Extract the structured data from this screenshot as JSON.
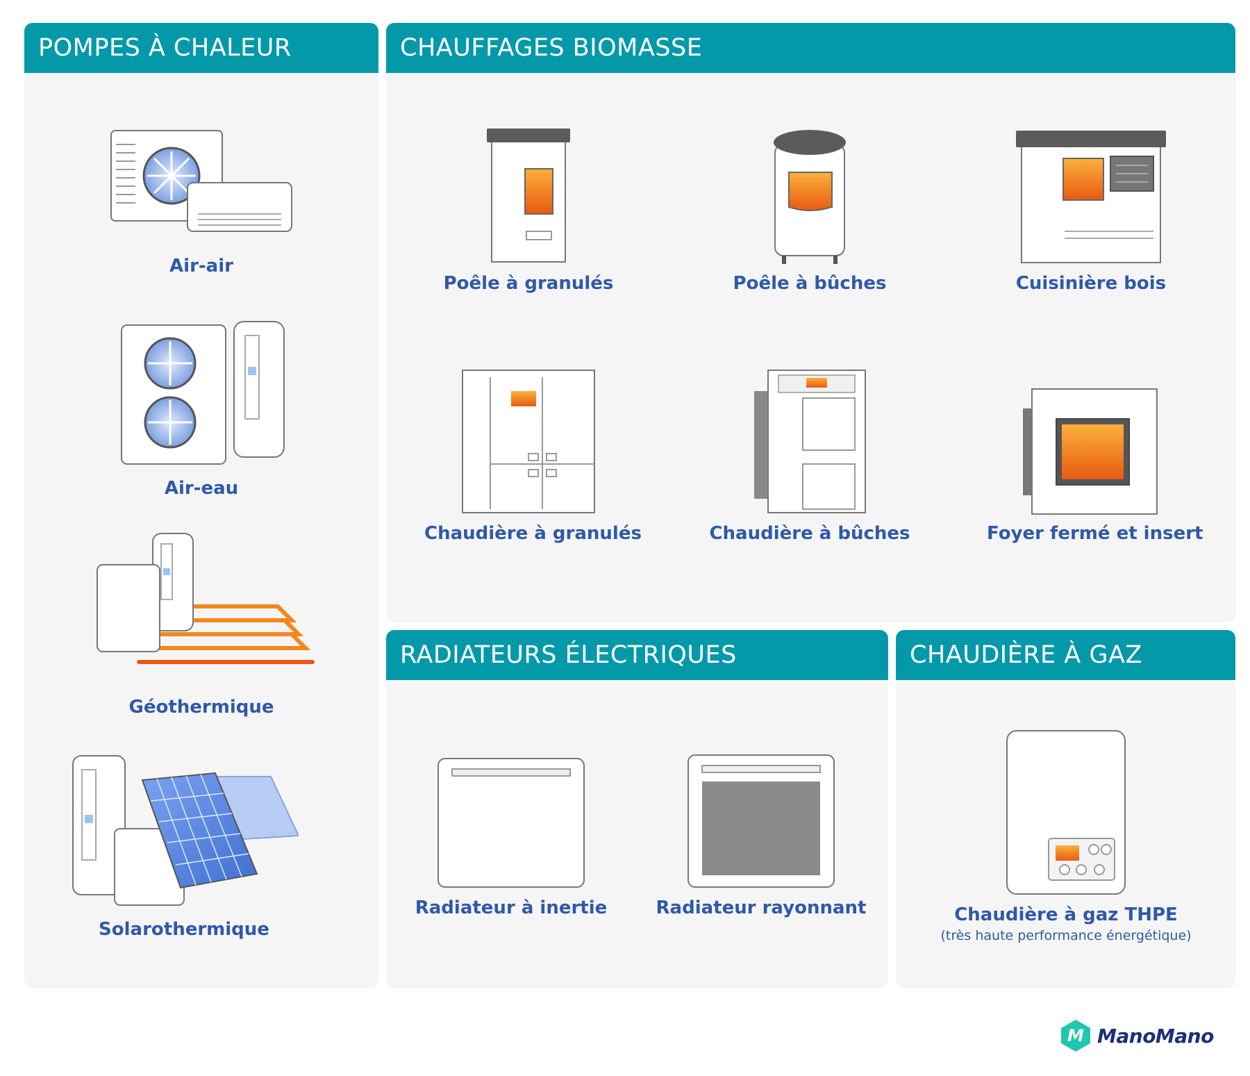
{
  "sections": {
    "pac": {
      "title": "POMPES À CHALEUR",
      "items": [
        {
          "label": "Air-air",
          "icon": "air-air-heat-pump-icon"
        },
        {
          "label": "Air-eau",
          "icon": "air-water-heat-pump-icon"
        },
        {
          "label": "Géothermique",
          "icon": "geothermal-heat-pump-icon"
        },
        {
          "label": "Solarothermique",
          "icon": "solar-thermal-icon"
        }
      ]
    },
    "biomasse": {
      "title": "CHAUFFAGES BIOMASSE",
      "items": [
        {
          "label": "Poêle à granulés",
          "icon": "pellet-stove-icon"
        },
        {
          "label": "Poêle à bûches",
          "icon": "log-stove-icon"
        },
        {
          "label": "Cuisinière bois",
          "icon": "wood-cooker-icon"
        },
        {
          "label": "Chaudière à granulés",
          "icon": "pellet-boiler-icon"
        },
        {
          "label": "Chaudière à bûches",
          "icon": "log-boiler-icon"
        },
        {
          "label": "Foyer fermé et insert",
          "icon": "fireplace-insert-icon"
        }
      ]
    },
    "radiateurs": {
      "title": "RADIATEURS ÉLECTRIQUES",
      "items": [
        {
          "label": "Radiateur à inertie",
          "icon": "inertia-radiator-icon"
        },
        {
          "label": "Radiateur rayonnant",
          "icon": "radiant-radiator-icon"
        }
      ]
    },
    "gaz": {
      "title": "CHAUDIÈRE À GAZ",
      "items": [
        {
          "label": "Chaudière à gaz THPE",
          "sublabel": "(très haute performance énergétique)",
          "icon": "gas-boiler-icon"
        }
      ]
    }
  },
  "brand": {
    "name": "ManoMano",
    "logo_letter": "M",
    "icon": "manomano-logo-icon"
  },
  "colors": {
    "header": "#0499a9",
    "label": "#2f59a8",
    "flame": "#f5861f",
    "panel": "#f5f5f5"
  }
}
